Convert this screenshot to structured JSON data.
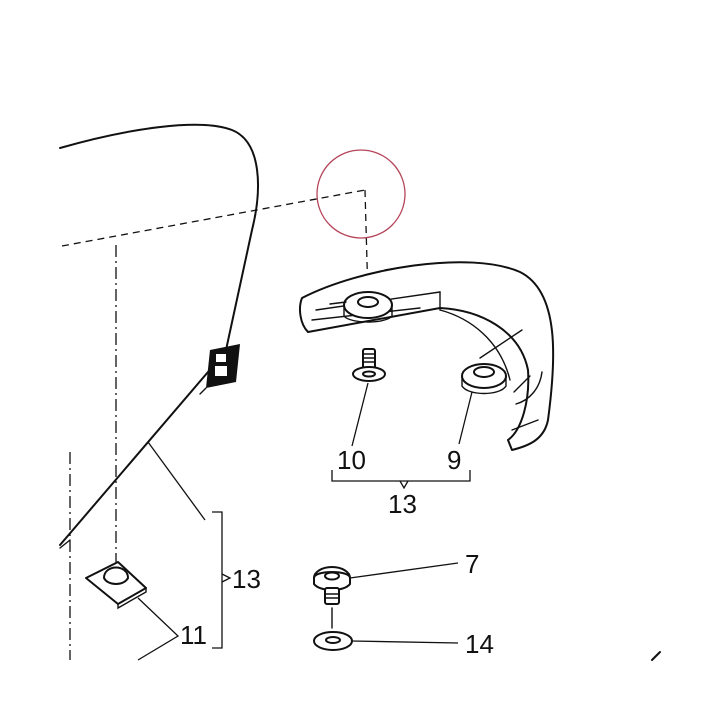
{
  "callouts": {
    "part_10": "10",
    "part_9": "9",
    "group_13_bracket": "13",
    "part_7": "7",
    "part_14": "14",
    "group_13_side": "13",
    "part_11": "11"
  },
  "colors": {
    "line": "#111111",
    "highlight_circle": "#b5455a",
    "background": "#ffffff"
  }
}
